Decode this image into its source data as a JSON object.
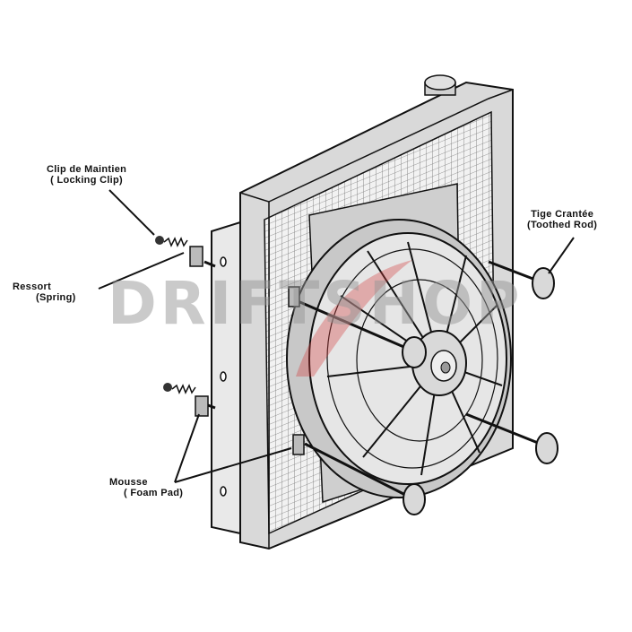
{
  "labels": {
    "locking_clip": {
      "fr": "Clip de Maintien",
      "en": "( Locking Clip)"
    },
    "spring": {
      "fr": "Ressort",
      "en": "(Spring)"
    },
    "toothed_rod": {
      "fr": "Tige Crantée",
      "en": "(Toothed Rod)"
    },
    "foam_pad": {
      "fr": "Mousse",
      "en": "( Foam Pad)"
    }
  },
  "watermark": "DRIFTSHOP",
  "colors": {
    "line": "#111111",
    "fill": "#d9d9d9",
    "accent": "#d23a3a"
  }
}
